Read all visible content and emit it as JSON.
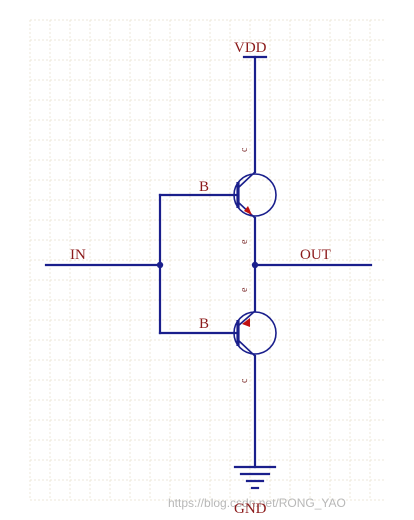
{
  "labels": {
    "vdd": "VDD",
    "gnd": "GND",
    "in": "IN",
    "out": "OUT",
    "base_top": "B",
    "base_bottom": "B",
    "collector_top": "c",
    "emitter_top": "e",
    "emitter_bottom": "e",
    "collector_bottom": "c"
  },
  "watermark": "https://blog.csdn.net/RONG_YAO",
  "colors": {
    "wire": "#1a1f8c",
    "label": "#8b1a1a",
    "arrow": "#c01010",
    "grid": "#ece7d8"
  }
}
